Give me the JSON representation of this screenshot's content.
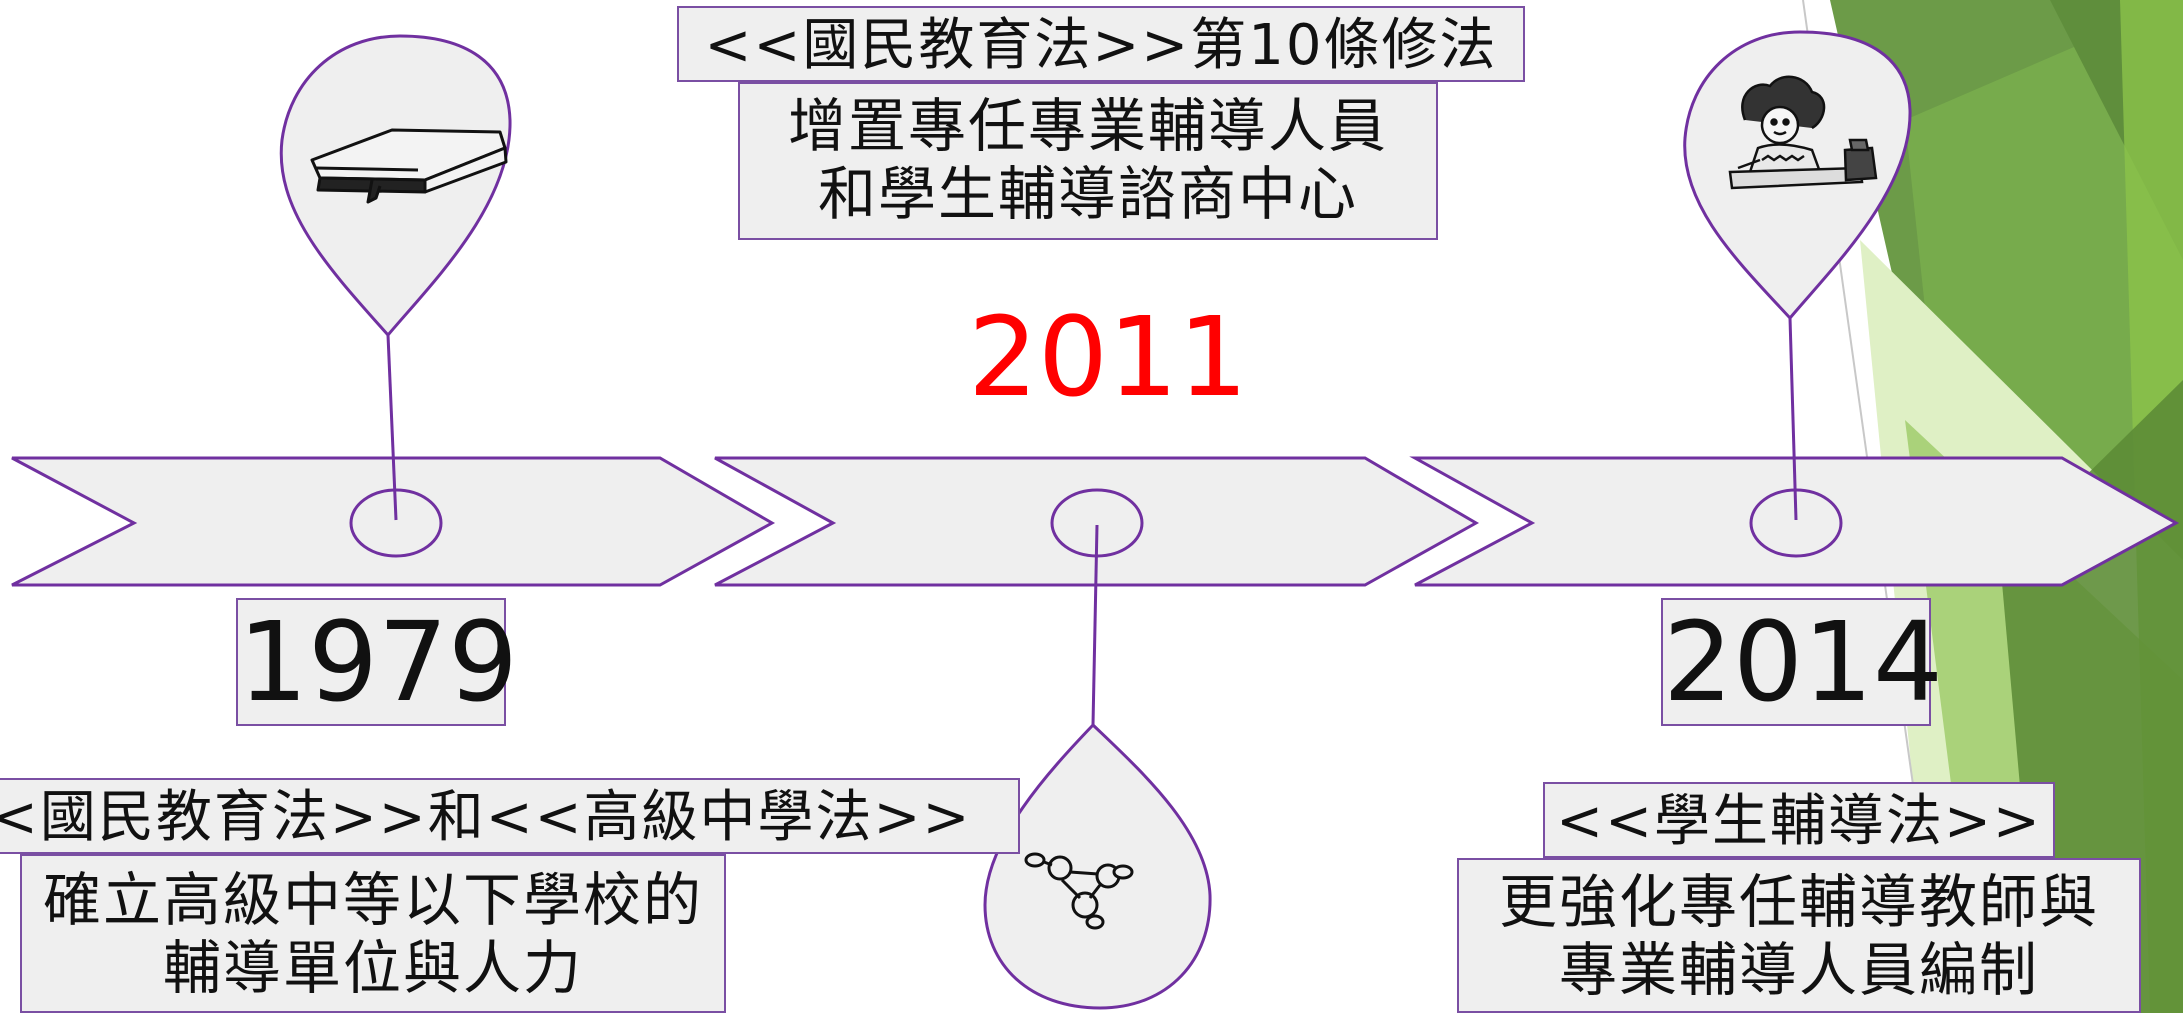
{
  "colors": {
    "outline": "#7030a0",
    "fill": "#efefef",
    "highlight_year": "#ff0000",
    "accent_green": "#6aa53a"
  },
  "events": [
    {
      "year": "1979",
      "title": "<<國民教育法>>和<<高級中學法>>",
      "desc_lines": [
        "確立高級中等以下學校的",
        "輔導單位與人力"
      ],
      "icon": "book-icon"
    },
    {
      "year": "2011",
      "title": "<<國民教育法>>第10條修法",
      "desc_lines": [
        "增置專任專業輔導人員",
        "和學生輔導諮商中心"
      ],
      "icon": "pushpins-icon"
    },
    {
      "year": "2014",
      "title": "<<學生輔導法>>",
      "desc_lines": [
        "更強化專任輔導教師與",
        "專業輔導人員編制"
      ],
      "icon": "child-writing-icon"
    }
  ]
}
